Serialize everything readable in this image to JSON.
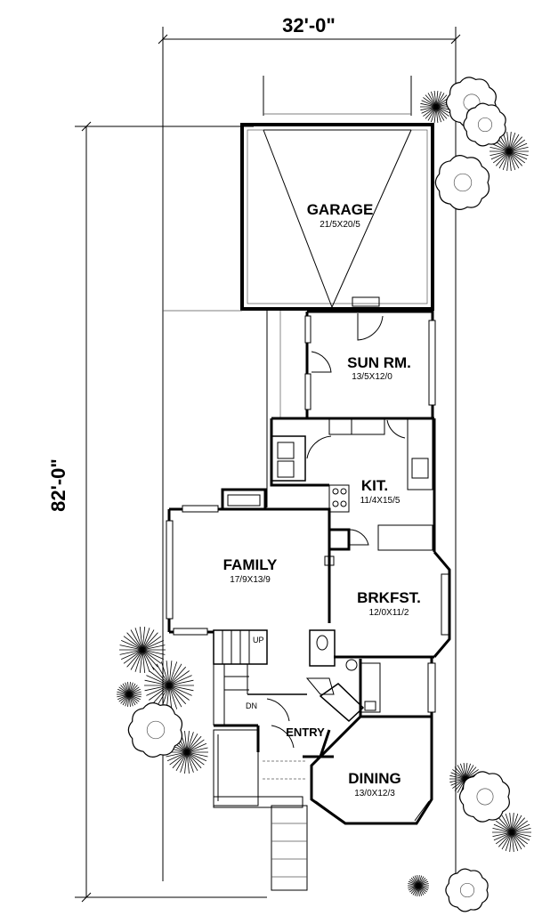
{
  "dimensions": {
    "width": "32'-0\"",
    "depth": "82'-0\""
  },
  "rooms": {
    "garage": {
      "name": "GARAGE",
      "size": "21/5X20/5"
    },
    "sun_room": {
      "name": "SUN RM.",
      "size": "13/5X12/0"
    },
    "kitchen": {
      "name": "KIT.",
      "size": "11/4X15/5"
    },
    "family": {
      "name": "FAMILY",
      "size": "17/9X13/9"
    },
    "breakfast": {
      "name": "BRKFST.",
      "size": "12/0X11/2"
    },
    "entry": {
      "name": "ENTRY"
    },
    "dining": {
      "name": "DINING",
      "size": "13/0X12/3"
    }
  },
  "stair_labels": {
    "up": "UP",
    "down": "DN"
  }
}
